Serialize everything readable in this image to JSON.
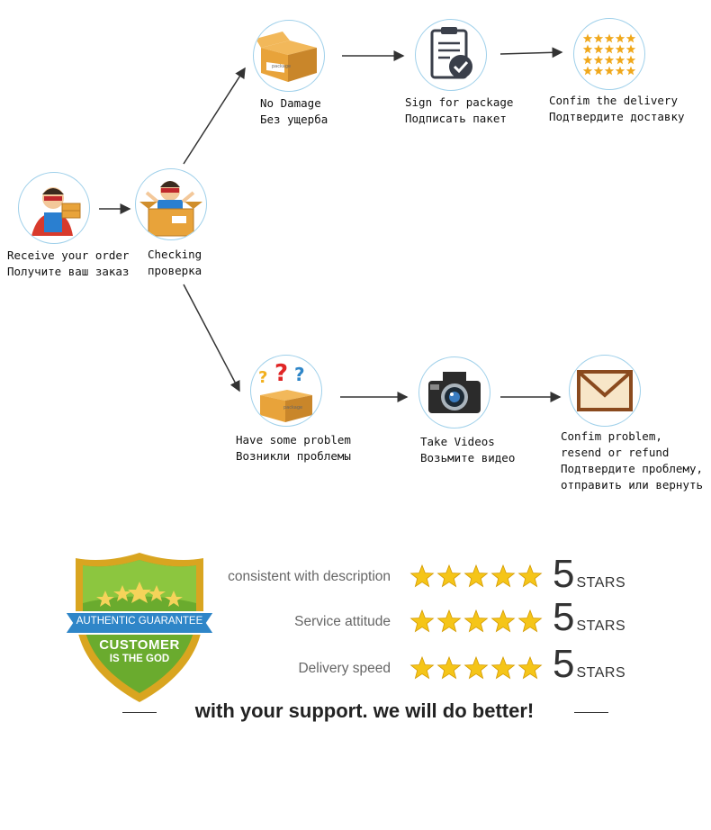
{
  "flow": {
    "receive": {
      "line1": "Receive your order",
      "line2": "Получите ваш заказ",
      "icon": "courier-with-box-icon"
    },
    "checking": {
      "line1": "Checking",
      "line2": "проверка",
      "icon": "courier-in-box-icon"
    },
    "no_damage": {
      "line1": "No Damage",
      "line2": "Без ущерба",
      "icon": "package-box-icon",
      "box_text": "package"
    },
    "sign": {
      "line1": "Sign for package",
      "line2": "Подписать пакет",
      "icon": "clipboard-check-icon"
    },
    "confirm_delivery": {
      "line1": "Confim the delivery",
      "line2": "Подтвердите доставку",
      "icon": "five-star-rows-icon"
    },
    "problem": {
      "line1": "Have some problem",
      "line2": "Возникли проблемы",
      "icon": "question-box-icon",
      "box_text": "package"
    },
    "videos": {
      "line1": "Take Videos",
      "line2": "Возьмите видео",
      "icon": "camera-icon"
    },
    "confirm_problem": {
      "line1": "Confim problem,",
      "line2": "resend or refund",
      "line3": "Подтвердите проблему,",
      "line4": "отправить или вернуть",
      "icon": "envelope-icon"
    }
  },
  "badge": {
    "ribbon": "AUTHENTIC GUARANTEE",
    "line1": "CUSTOMER",
    "line2": "IS THE GOD",
    "icon": "guarantee-shield-icon"
  },
  "ratings": [
    {
      "label": "consistent with description",
      "stars": 5,
      "score": "5",
      "unit": "STARS"
    },
    {
      "label": "Service attitude",
      "stars": 5,
      "score": "5",
      "unit": "STARS"
    },
    {
      "label": "Delivery speed",
      "stars": 5,
      "score": "5",
      "unit": "STARS"
    }
  ],
  "slogan": "with your support. we will do better!",
  "colors": {
    "star": "#f5c518",
    "circle_border": "#9fd0ea",
    "box": "#e8a33a",
    "shield_green": "#6aab2e",
    "shield_gold": "#d9a520",
    "ribbon_blue": "#2f86c8"
  }
}
